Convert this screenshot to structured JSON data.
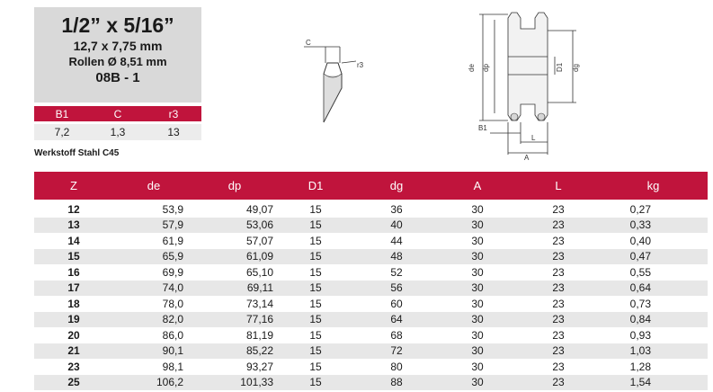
{
  "spec": {
    "title": "1/2” x 5/16”",
    "metric": "12,7 x 7,75 mm",
    "roller": "Rollen Ø 8,51 mm",
    "code": "08B - 1"
  },
  "mini_table": {
    "headers": [
      "B1",
      "C",
      "r3"
    ],
    "values": [
      "7,2",
      "1,3",
      "13"
    ]
  },
  "material": "Werkstoff Stahl C45",
  "tooth_drawing": {
    "label_c": "C",
    "label_r3": "r3"
  },
  "sprocket_drawing": {
    "label_de": "de",
    "label_dp": "dp",
    "label_d1": "D1",
    "label_dg": "dg",
    "label_b1": "B1",
    "label_l": "L",
    "label_a": "A"
  },
  "main_table": {
    "headers": [
      "Z",
      "de",
      "dp",
      "D1",
      "dg",
      "A",
      "L",
      "kg"
    ],
    "rows": [
      [
        "12",
        "53,9",
        "49,07",
        "15",
        "36",
        "30",
        "23",
        "0,27"
      ],
      [
        "13",
        "57,9",
        "53,06",
        "15",
        "40",
        "30",
        "23",
        "0,33"
      ],
      [
        "14",
        "61,9",
        "57,07",
        "15",
        "44",
        "30",
        "23",
        "0,40"
      ],
      [
        "15",
        "65,9",
        "61,09",
        "15",
        "48",
        "30",
        "23",
        "0,47"
      ],
      [
        "16",
        "69,9",
        "65,10",
        "15",
        "52",
        "30",
        "23",
        "0,55"
      ],
      [
        "17",
        "74,0",
        "69,11",
        "15",
        "56",
        "30",
        "23",
        "0,64"
      ],
      [
        "18",
        "78,0",
        "73,14",
        "15",
        "60",
        "30",
        "23",
        "0,73"
      ],
      [
        "19",
        "82,0",
        "77,16",
        "15",
        "64",
        "30",
        "23",
        "0,84"
      ],
      [
        "20",
        "86,0",
        "81,19",
        "15",
        "68",
        "30",
        "23",
        "0,93"
      ],
      [
        "21",
        "90,1",
        "85,22",
        "15",
        "72",
        "30",
        "23",
        "1,03"
      ],
      [
        "23",
        "98,1",
        "93,27",
        "15",
        "80",
        "30",
        "23",
        "1,28"
      ],
      [
        "25",
        "106,2",
        "101,33",
        "15",
        "88",
        "30",
        "23",
        "1,54"
      ]
    ]
  }
}
